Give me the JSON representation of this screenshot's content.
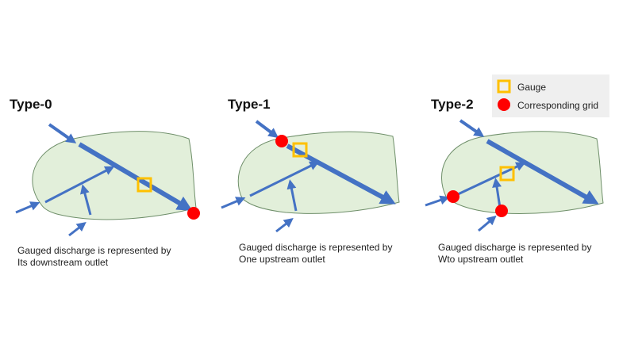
{
  "colors": {
    "basin_fill": "#e2efda",
    "basin_stroke": "#6f8f6a",
    "arrow": "#4472c4",
    "gauge": "#ffc000",
    "grid": "#ff0000",
    "legend_bg": "#efefef"
  },
  "legend": {
    "gauge_label": "Gauge",
    "grid_label": "Corresponding grid"
  },
  "panels": [
    {
      "title": "Type-0",
      "caption_line1": "Gauged discharge is represented by",
      "caption_line2": "Its downstream outlet"
    },
    {
      "title": "Type-1",
      "caption_line1": "Gauged discharge is represented by",
      "caption_line2": "One upstream outlet"
    },
    {
      "title": "Type-2",
      "caption_line1": "Gauged discharge is represented by",
      "caption_line2": "Wto upstream outlet"
    }
  ]
}
